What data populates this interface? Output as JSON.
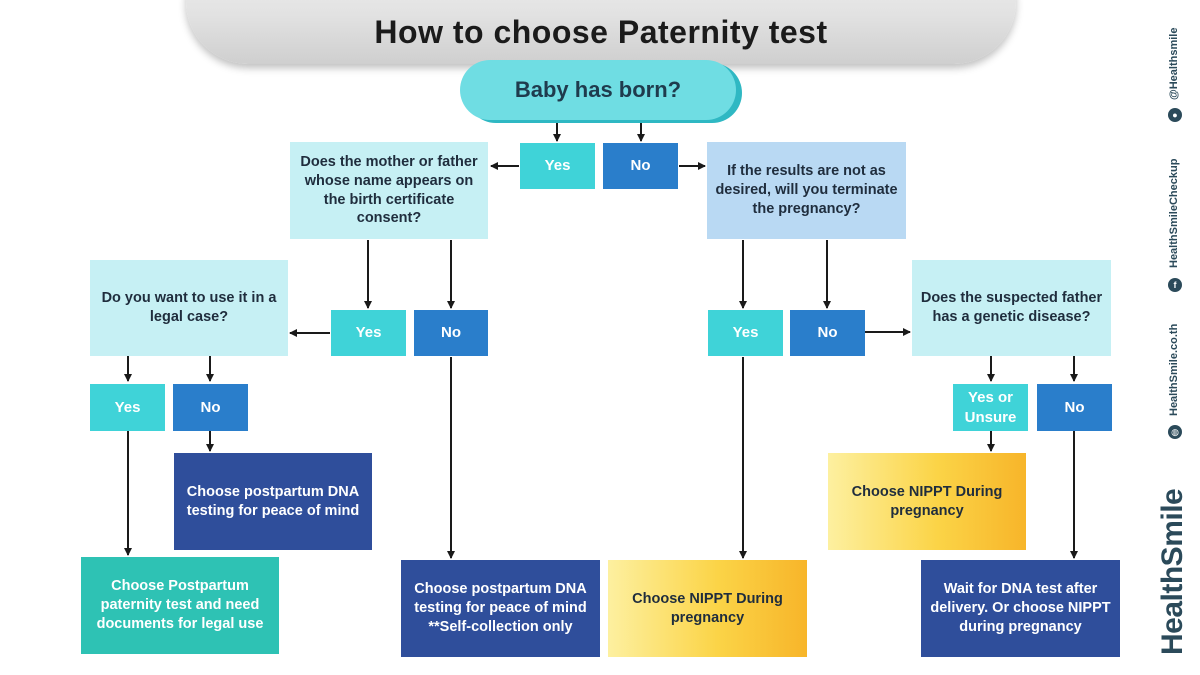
{
  "title": "How to choose Paternity test",
  "root": "Baby has born?",
  "root_yes": "Yes",
  "root_no": "No",
  "left": {
    "question": "Does the mother or father whose name appears on the birth certificate consent?",
    "yes": "Yes",
    "no": "No",
    "legal_question": "Do you want to use it in a legal case?",
    "legal_yes": "Yes",
    "legal_no": "No",
    "peace_mind": "Choose postpartum DNA testing for peace of mind",
    "postpartum_legal": "Choose Postpartum paternity test and need documents for legal use",
    "self_collection_line1": "Choose postpartum DNA testing for peace of mind",
    "self_collection_line2": "**Self-collection only"
  },
  "right": {
    "question": "If the results are not as desired, will you terminate the pregnancy?",
    "yes": "Yes",
    "no": "No",
    "nippt_yes": "Choose NIPPT During pregnancy",
    "genetic_question": "Does the suspected father has a genetic disease?",
    "genetic_yes": "Yes or Unsure",
    "genetic_no": "No",
    "nippt_genetic": "Choose NIPPT During pregnancy",
    "wait_dna": "Wait for DNA test after delivery. Or choose NIPPT during pregnancy"
  },
  "brand": {
    "website": "HealthSmile.co.th",
    "facebook": "HealthSmileCheckup",
    "line": "@Healthsmile",
    "logo": "HealthSmile"
  },
  "colors": {
    "question_light": "#c6f0f4",
    "question_blue": "#b9d9f3",
    "yes": "#3fd3d8",
    "no": "#2a7ecb",
    "navy_result": "#2f4e9b",
    "teal_result": "#2ec2b4",
    "gold_result": "#fbd447"
  },
  "icons": [
    "globe-icon",
    "facebook-icon",
    "line-icon"
  ]
}
